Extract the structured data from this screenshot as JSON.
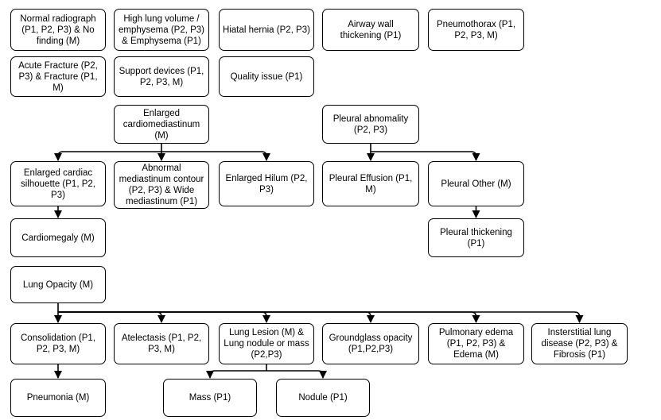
{
  "nodes": {
    "normal": "Normal radiograph (P1, P2, P3) & No finding (M)",
    "high_lung": "High lung volume / emphysema (P2, P3) & Emphysema (P1)",
    "hiatal": "Hiatal hernia (P2, P3)",
    "airway": "Airway wall thickening (P1)",
    "pneumothorax": "Pneumothorax (P1, P2, P3, M)",
    "fracture": "Acute Fracture (P2, P3) & Fracture (P1, M)",
    "support": "Support devices (P1, P2, P3, M)",
    "quality": "Quality issue (P1)",
    "enlarged_cm": "Enlarged cardiomediastinum (M)",
    "pleural_abn": "Pleural abnomality (P2, P3)",
    "enlarged_cs": "Enlarged cardiac silhouette (P1, P2, P3)",
    "abnormal_mc": "Abnormal mediastinum contour (P2, P3) & Wide mediastinum (P1)",
    "enlarged_hilum": "Enlarged Hilum (P2, P3)",
    "pleural_eff": "Pleural Effusion (P1, M)",
    "pleural_other": "Pleural Other (M)",
    "cardiomegaly": "Cardiomegaly (M)",
    "pleural_thick": "Pleural thickening (P1)",
    "lung_opacity": "Lung Opacity (M)",
    "consolidation": "Consolidation (P1, P2, P3, M)",
    "atelectasis": "Atelectasis (P1, P2, P3, M)",
    "lung_lesion": "Lung Lesion (M) & Lung nodule or mass (P2,P3)",
    "groundglass": "Groundglass opacity (P1,P2,P3)",
    "edema": "Pulmonary edema (P1, P2, P3) & Edema (M)",
    "interstitial": "Insterstitial lung disease (P2, P3) & Fibrosis (P1)",
    "pneumonia": "Pneumonia (M)",
    "mass": "Mass (P1)",
    "nodule": "Nodule (P1)"
  },
  "edges": [
    [
      "enlarged_cm",
      "enlarged_cs"
    ],
    [
      "enlarged_cm",
      "abnormal_mc"
    ],
    [
      "enlarged_cm",
      "enlarged_hilum"
    ],
    [
      "pleural_abn",
      "pleural_eff"
    ],
    [
      "pleural_abn",
      "pleural_other"
    ],
    [
      "enlarged_cs",
      "cardiomegaly"
    ],
    [
      "pleural_other",
      "pleural_thick"
    ],
    [
      "lung_opacity",
      "consolidation"
    ],
    [
      "lung_opacity",
      "atelectasis"
    ],
    [
      "lung_opacity",
      "lung_lesion"
    ],
    [
      "lung_opacity",
      "groundglass"
    ],
    [
      "lung_opacity",
      "edema"
    ],
    [
      "lung_opacity",
      "interstitial"
    ],
    [
      "consolidation",
      "pneumonia"
    ],
    [
      "lung_lesion",
      "mass"
    ],
    [
      "lung_lesion",
      "nodule"
    ]
  ]
}
